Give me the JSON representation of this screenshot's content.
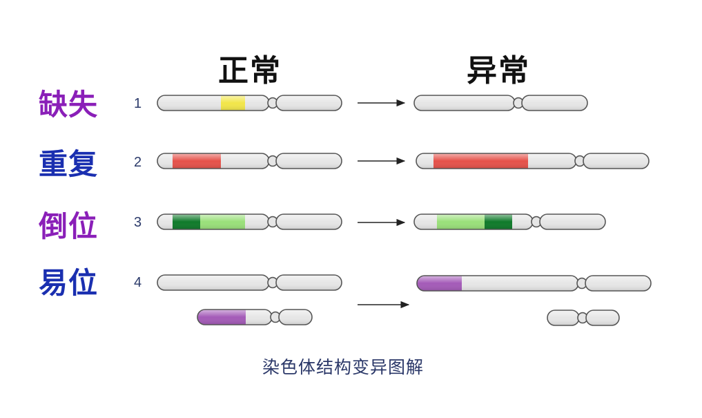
{
  "headers": {
    "normal": "正常",
    "abnormal": "异常"
  },
  "rows": [
    {
      "number": "1",
      "label": "缺失",
      "label_color": "#8a1fb8"
    },
    {
      "number": "2",
      "label": "重复",
      "label_color": "#1a2fb0"
    },
    {
      "number": "3",
      "label": "倒位",
      "label_color": "#8a1fb8"
    },
    {
      "number": "4",
      "label": "易位",
      "label_color": "#1a2fb0"
    }
  ],
  "caption": "染色体结构变异图解",
  "colors": {
    "chromosome_body": "#e6e6e6",
    "chromosome_outline": "#555555",
    "deleted_segment": "#f2e64a",
    "duplicated_segment": "#e5524a",
    "inverted_dark": "#0f7a2a",
    "inverted_light": "#9ae07a",
    "translocated_segment": "#a45bb8",
    "arrow": "#222222"
  }
}
